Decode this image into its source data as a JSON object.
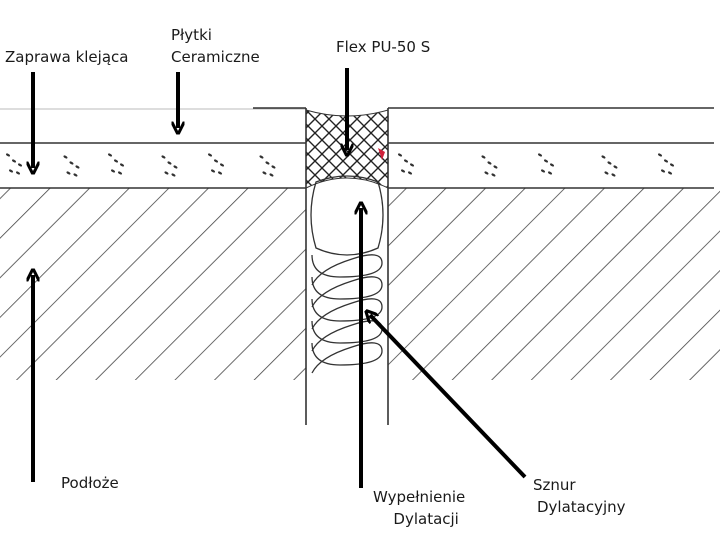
{
  "diagram": {
    "title": "Expansion joint cross-section",
    "labels": {
      "adhesive_mortar": "Zaprawa klejąca",
      "ceramic_tiles_line1": "Płytki",
      "ceramic_tiles_line2": "Ceramiczne",
      "sealant": "Flex PU-50 S",
      "substrate": "Podłoże",
      "joint_filler_line1": "Wypełnienie",
      "joint_filler_line2": "Dylatacji",
      "backer_rod_line1": "Sznur",
      "backer_rod_line2": "Dylatacyjny"
    },
    "colors": {
      "line": "#333333",
      "arrow": "#000000",
      "accent_mark": "#d0203a",
      "background": "#ffffff"
    }
  }
}
